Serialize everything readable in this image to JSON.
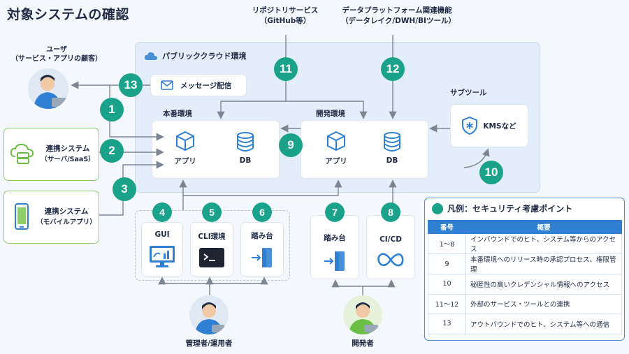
{
  "title": "対象システムの確認",
  "top_labels": {
    "repo_line1": "リポジトリサービス",
    "repo_line2": "（GitHub等）",
    "data_line1": "データプラットフォーム関連機能",
    "data_line2": "（データレイク/DWH/BIツール）"
  },
  "user": {
    "line1": "ユーザ",
    "line2": "（サービス・アプリの顧客）"
  },
  "cloud": {
    "label": "パブリッククラウド環境"
  },
  "message": {
    "label": "メッセージ配信"
  },
  "prod": {
    "label": "本番環境",
    "app": "アプリ",
    "db": "DB"
  },
  "dev": {
    "label": "開発環境",
    "app": "アプリ",
    "db": "DB"
  },
  "subtool": {
    "label": "サブツール",
    "kms": "KMSなど"
  },
  "partner1": {
    "line1": "連携システム",
    "line2": "（サーバ/SaaS）"
  },
  "partner2": {
    "line1": "連携システム",
    "line2": "（モバイルアプリ）"
  },
  "tools": {
    "gui": "GUI",
    "cli": "CLI環境",
    "bastion1": "踏み台",
    "bastion2": "踏み台",
    "cicd": "CI/CD"
  },
  "people": {
    "admin": "管理者/運用者",
    "developer": "開発者"
  },
  "numbers": {
    "n1": "1",
    "n2": "2",
    "n3": "3",
    "n4": "4",
    "n5": "5",
    "n6": "6",
    "n7": "7",
    "n8": "8",
    "n9": "9",
    "n10": "10",
    "n11": "11",
    "n12": "12",
    "n13": "13"
  },
  "legend": {
    "title": "凡例：セキュリティ考慮ポイント",
    "headers": [
      "番号",
      "概要"
    ],
    "rows": [
      {
        "no": "1〜8",
        "desc": "インバウンドでのヒト、システム等からのアクセス"
      },
      {
        "no": "9",
        "desc": "本番環境へのリリース時の承認プロセス、権限管理"
      },
      {
        "no": "10",
        "desc": "秘匿性の高いクレデンシャル情報へのアクセス"
      },
      {
        "no": "11〜12",
        "desc": "外部のサービス・ツールとの連携"
      },
      {
        "no": "13",
        "desc": "アウトバウンドでのヒト、システム等への通信"
      }
    ]
  },
  "colors": {
    "accent": "#1aa38a",
    "blue": "#2f7fd3",
    "partner_border": "#8ccf6a",
    "cloud_bg": "#e4eefb"
  },
  "icons": [
    "cloud-icon",
    "mail-icon",
    "cube-icon",
    "database-icon",
    "shield-icon",
    "cloud-server-icon",
    "smartphone-icon",
    "monitor-chart-icon",
    "terminal-icon",
    "door-enter-icon",
    "infinity-icon"
  ]
}
